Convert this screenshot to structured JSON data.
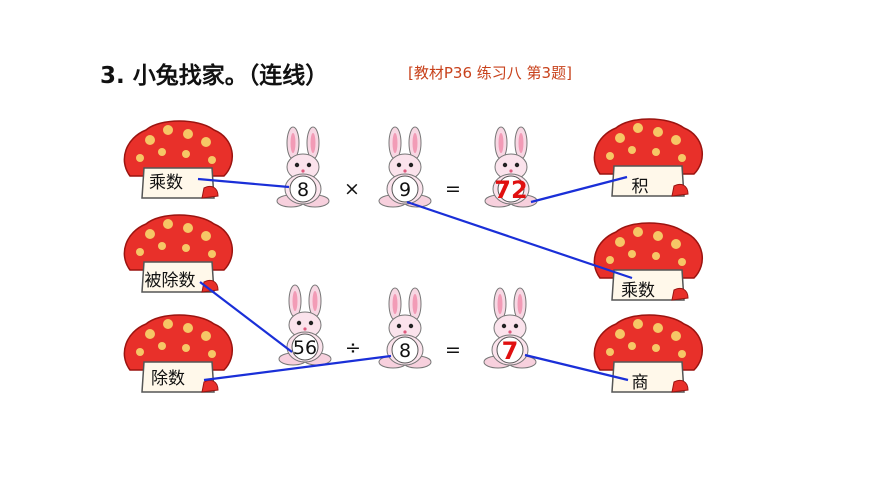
{
  "header": {
    "title": "3. 小兔找家。（连线）",
    "reference": "[教材P36 练习八 第3题]"
  },
  "houses_left": [
    "乘数",
    "被除数",
    "除数"
  ],
  "houses_right": [
    "积",
    "乘数",
    "商"
  ],
  "multiplication": {
    "a": "8",
    "op": "×",
    "b": "9",
    "eq": "=",
    "result": "72"
  },
  "division": {
    "a": "56",
    "op": "÷",
    "b": "8",
    "eq": "=",
    "result": "7"
  },
  "colors": {
    "line": "#1a2fd8",
    "answer": "#e01010",
    "reference": "#c8421c",
    "mushroom": "#e8302a"
  }
}
